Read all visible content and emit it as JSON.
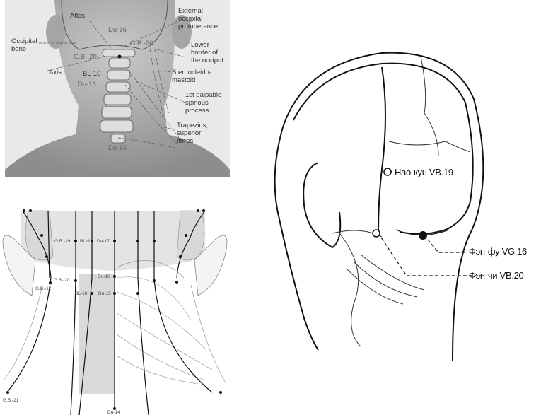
{
  "top_left_figure": {
    "labels": {
      "atlas": "Atlas",
      "external_occipital_protuberance": "External\noccipital\nprotuberance",
      "occipital_bone": "Occipital\nbone",
      "du16": "Du-16",
      "gb20_right": "G.B.-20",
      "gb20_left": "G.B.-20",
      "lower_border": "Lower\nborder of\nthe occiput",
      "axis": "Axis",
      "bl10": "BL-10",
      "du15": "Du-15",
      "sternocleidomastoid": "Sternocleido-\nmastoid",
      "first_palpable": "1st palpable\nspinous\nprocess",
      "trapezius": "Trapezius,\nsuperior\nfibres",
      "du14": "Du-14"
    }
  },
  "bottom_left_figure": {
    "labels": {
      "gb19": "G.B.-19",
      "bl9": "BL-9",
      "du17": "Du-17",
      "gb20": "G.B.-20",
      "gb12": "G.B.-12",
      "du16": "Du-16",
      "bl10": "BL-10",
      "du15": "Du-15",
      "gb21": "G.B.-21",
      "du14": "Du-14"
    }
  },
  "right_figure": {
    "labels": {
      "naokun": "Нао-кун VB.19",
      "fenfu": "Фэн-фу VG.16",
      "fenchi": "Фэн-чи VB.20"
    }
  }
}
